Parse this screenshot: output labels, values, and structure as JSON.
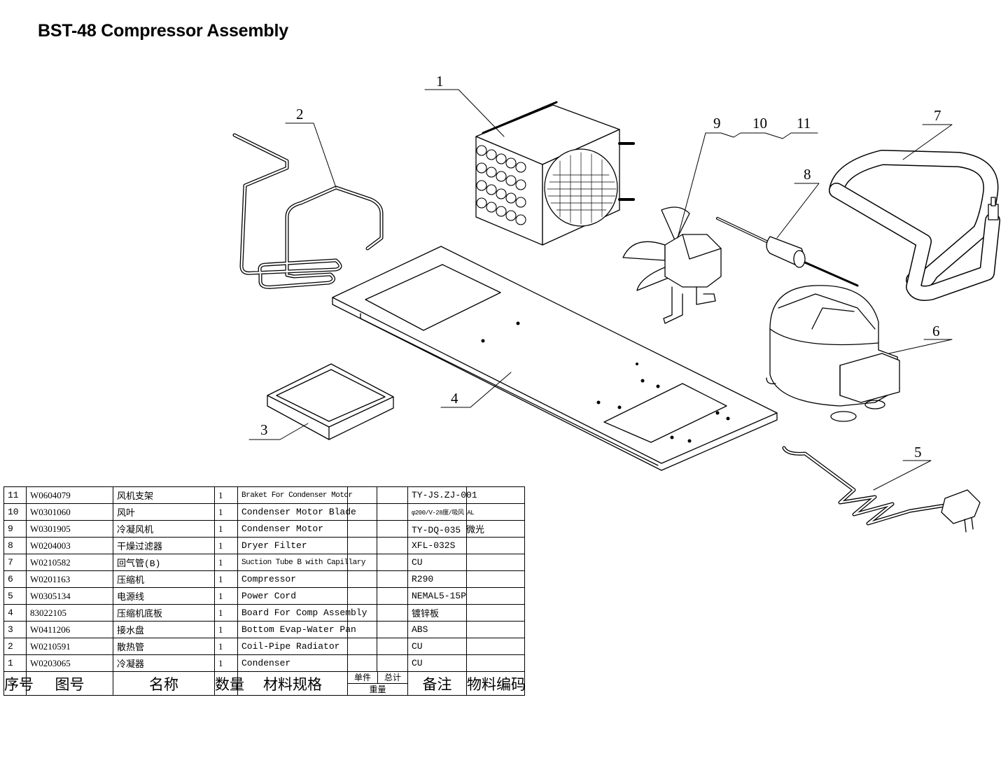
{
  "title": "BST-48 Compressor Assembly",
  "callouts": [
    "1",
    "2",
    "3",
    "4",
    "5",
    "6",
    "7",
    "8",
    "9",
    "10",
    "11"
  ],
  "bom": {
    "rows": [
      {
        "no": "11",
        "code": "W0604079",
        "name_cn": "风机支架",
        "qty": "1",
        "spec": "Braket For Condenser Motor",
        "unit_wt": "",
        "total_wt": "",
        "note": "TY-JS.ZJ-001",
        "material_code": ""
      },
      {
        "no": "10",
        "code": "W0301060",
        "name_cn": "风叶",
        "qty": "1",
        "spec": "Condenser Motor Blade",
        "unit_wt": "",
        "total_wt": "",
        "note": "φ200/V-28度/吸风 AL",
        "material_code": ""
      },
      {
        "no": "9",
        "code": "W0301905",
        "name_cn": "冷凝风机",
        "qty": "1",
        "spec": "Condenser Motor",
        "unit_wt": "",
        "total_wt": "",
        "note": "TY-DQ-035 微光",
        "material_code": ""
      },
      {
        "no": "8",
        "code": "W0204003",
        "name_cn": "干燥过滤器",
        "qty": "1",
        "spec": "Dryer Filter",
        "unit_wt": "",
        "total_wt": "",
        "note": "XFL-032S",
        "material_code": ""
      },
      {
        "no": "7",
        "code": "W0210582",
        "name_cn": "回气管(B)",
        "qty": "1",
        "spec": "Suction Tube B with Capillary",
        "unit_wt": "",
        "total_wt": "",
        "note": "CU",
        "material_code": ""
      },
      {
        "no": "6",
        "code": "W0201163",
        "name_cn": "压缩机",
        "qty": "1",
        "spec": "Compressor",
        "unit_wt": "",
        "total_wt": "",
        "note": "R290",
        "material_code": ""
      },
      {
        "no": "5",
        "code": "W0305134",
        "name_cn": "电源线",
        "qty": "1",
        "spec": "Power Cord",
        "unit_wt": "",
        "total_wt": "",
        "note": "NEMAL5-15P",
        "material_code": ""
      },
      {
        "no": "4",
        "code": "83022105",
        "name_cn": "压缩机底板",
        "qty": "1",
        "spec": "Board For Comp Assembly",
        "unit_wt": "",
        "total_wt": "",
        "note": "镀锌板",
        "material_code": ""
      },
      {
        "no": "3",
        "code": "W0411206",
        "name_cn": "接水盘",
        "qty": "1",
        "spec": "Bottom Evap-Water Pan",
        "unit_wt": "",
        "total_wt": "",
        "note": "ABS",
        "material_code": ""
      },
      {
        "no": "2",
        "code": "W0210591",
        "name_cn": "散热管",
        "qty": "1",
        "spec": "Coil-Pipe Radiator",
        "unit_wt": "",
        "total_wt": "",
        "note": "CU",
        "material_code": ""
      },
      {
        "no": "1",
        "code": "W0203065",
        "name_cn": "冷凝器",
        "qty": "1",
        "spec": "Condenser",
        "unit_wt": "",
        "total_wt": "",
        "note": "CU",
        "material_code": ""
      }
    ],
    "headers": {
      "no": "序号",
      "code": "图号",
      "name": "名称",
      "qty": "数量",
      "spec": "材料规格",
      "unit_weight": "单件",
      "total_weight": "总计",
      "weight": "重量",
      "note": "备注",
      "material_code": "物料编码"
    }
  }
}
